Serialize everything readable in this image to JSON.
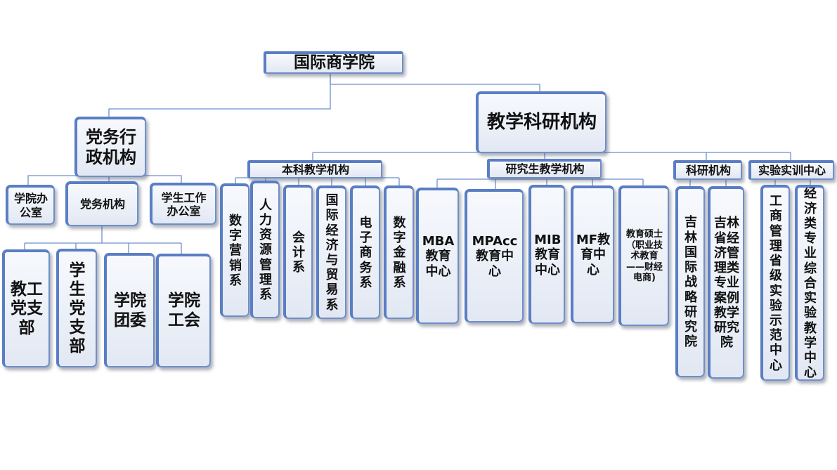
{
  "root": "国际商学院",
  "party": {
    "title": "党务行政机构",
    "children": {
      "office": "学院办公室",
      "party_affairs": "党务机构",
      "student_affairs": "学生工作办公室"
    },
    "branches": [
      "教工党支部",
      "学生党支部",
      "学院团委",
      "学院工会"
    ]
  },
  "teaching": {
    "title": "教学科研机构",
    "undergrad": {
      "title": "本科教学机构",
      "items": [
        "数字营销系",
        "人力资源管理系",
        "会计系",
        "国际经济与贸易系",
        "电子商务系",
        "数字金融系"
      ]
    },
    "graduate": {
      "title": "研究生教学机构",
      "items": [
        "MBA教育中心",
        "MPAcc教育中心",
        "MIB教育中心",
        "MF教育中心",
        "教育硕士（职业技术教育——财经电商)"
      ]
    },
    "research": {
      "title": "科研机构",
      "items": [
        "吉林国际战略研究院",
        "吉林省经济管理类专业案例教学研究院"
      ]
    },
    "lab": {
      "title": "实验实训中心",
      "items": [
        "工商管理省级实验示范中心",
        "经济类专业综合实验教学中心"
      ]
    }
  },
  "colors": {
    "border": "#5a7ec4",
    "line": "#6f8fc9",
    "fill_top": "#f7f9fd",
    "fill_bottom": "#e2e8f3"
  }
}
